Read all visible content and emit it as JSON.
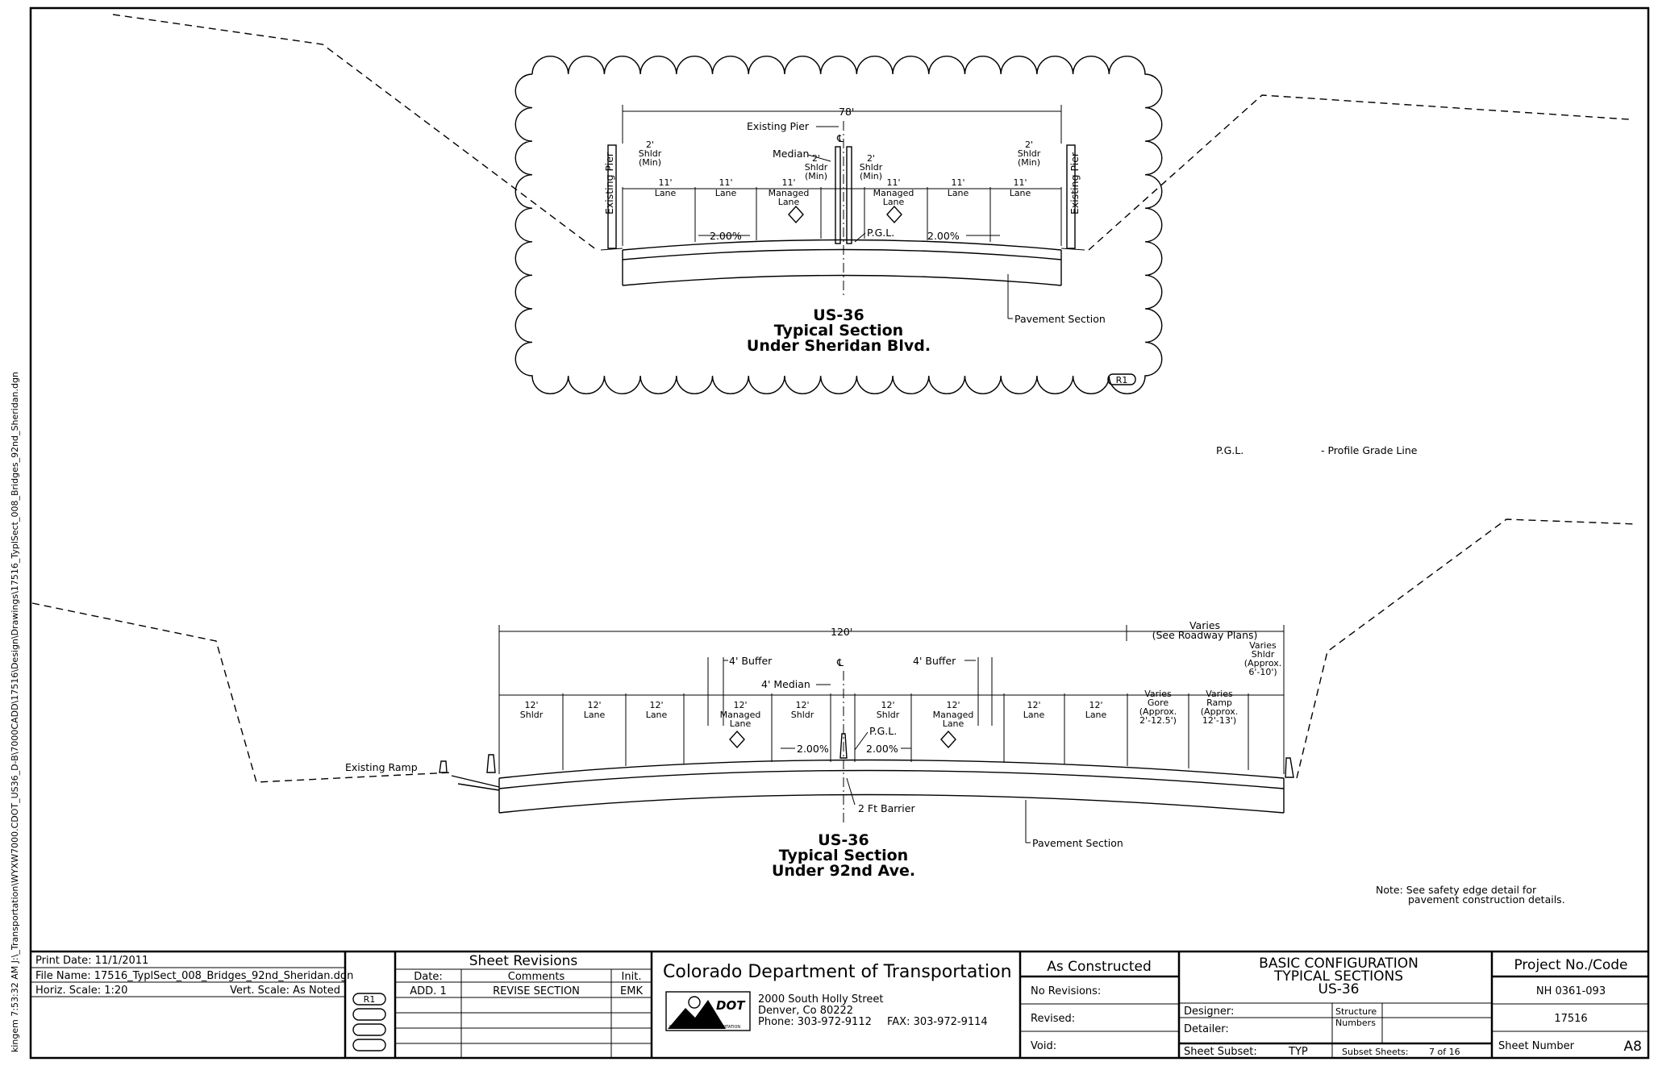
{
  "side_text": "kingem 7:53:32 AM J:\\_Transportation\\WYXW7000.CDOT_US36_D-B\\7000CADD\\17516\\Design\\Drawings\\17516_TyplSect_008_Bridges_92nd_Sheridan.dgn",
  "sheridan": {
    "title": [
      "US-36",
      "Typical Section",
      "Under Sheridan Blvd."
    ],
    "overall_width": "78'",
    "existing_pier_top": "Existing Pier",
    "existing_pier_side": "Existing Pier",
    "median": "Median",
    "centerline": "℄",
    "shoulder_left": [
      "2'",
      "Shldr",
      "(Min)"
    ],
    "shoulder_med_left": [
      "2'",
      "Shldr",
      "(Min)"
    ],
    "shoulder_med_right": [
      "2'",
      "Shldr",
      "(Min)"
    ],
    "shoulder_right": [
      "2'",
      "Shldr",
      "(Min)"
    ],
    "lanes": [
      {
        "width": "11'",
        "name": [
          "Lane"
        ]
      },
      {
        "width": "11'",
        "name": [
          "Lane"
        ]
      },
      {
        "width": "11'",
        "name": [
          "Managed",
          "Lane"
        ]
      },
      {
        "width": "11'",
        "name": [
          "Managed",
          "Lane"
        ]
      },
      {
        "width": "11'",
        "name": [
          "Lane"
        ]
      },
      {
        "width": "11'",
        "name": [
          "Lane"
        ]
      }
    ],
    "slope_left": "2.00%",
    "slope_right": "2.00%",
    "pgl": "P.G.L.",
    "pavement": "Pavement Section",
    "revision_tag": "R1"
  },
  "legend": {
    "abbr": "P.G.L.",
    "meaning": "- Profile Grade Line"
  },
  "ave92": {
    "title": [
      "US-36",
      "Typical Section",
      "Under 92nd Ave."
    ],
    "overall_width": "120'",
    "varies_top": [
      "Varies",
      "(See Roadway Plans)"
    ],
    "varies_shldr": [
      "Varies",
      "Shldr",
      "(Approx.",
      "6'-10')"
    ],
    "buffer_left": "4' Buffer",
    "buffer_right": "4' Buffer",
    "median": "4' Median",
    "centerline": "℄",
    "lanes": [
      {
        "width": "12'",
        "name": [
          "Shldr"
        ]
      },
      {
        "width": "12'",
        "name": [
          "Lane"
        ]
      },
      {
        "width": "12'",
        "name": [
          "Lane"
        ]
      },
      {
        "width": "12'",
        "name": [
          "Managed",
          "Lane"
        ]
      },
      {
        "width": "12'",
        "name": [
          "Shldr"
        ]
      },
      {
        "width": "12'",
        "name": [
          "Shldr"
        ]
      },
      {
        "width": "12'",
        "name": [
          "Managed",
          "Lane"
        ]
      },
      {
        "width": "12'",
        "name": [
          "Lane"
        ]
      },
      {
        "width": "12'",
        "name": [
          "Lane"
        ]
      }
    ],
    "gore": [
      "Varies",
      "Gore",
      "(Approx.",
      "2'-12.5')"
    ],
    "ramp": [
      "Varies",
      "Ramp",
      "(Approx.",
      "12'-13')"
    ],
    "pgl": "P.G.L.",
    "slope_left": "2.00%",
    "slope_right": "2.00%",
    "barrier": "2 Ft Barrier",
    "existing_ramp": "Existing Ramp",
    "pavement": "Pavement Section"
  },
  "note": [
    "Note: See safety edge detail for",
    "pavement construction details."
  ],
  "title_block": {
    "print_date": "Print Date: 11/1/2011",
    "file_name": "File Name: 17516_TyplSect_008_Bridges_92nd_Sheridan.dgn",
    "horiz_scale": "Horiz. Scale: 1:20",
    "vert_scale": "Vert. Scale: As Noted",
    "rev_markers": [
      "R1",
      "",
      "",
      ""
    ],
    "sheet_revisions": "Sheet Revisions",
    "rev_headers": [
      "Date:",
      "Comments",
      "Init."
    ],
    "rev_rows": [
      {
        "date": "ADD. 1",
        "comment": "REVISE SECTION",
        "init": "EMK"
      }
    ],
    "agency": "Colorado Department of Transportation",
    "logo_text": "DOT",
    "logo_sub": "DEPARTMENT OF TRANSPORTATION",
    "address": [
      "2000 South Holly Street",
      "Denver, Co 80222"
    ],
    "phone": "Phone: 303-972-9112",
    "fax": "FAX: 303-972-9114",
    "as_constructed": "As Constructed",
    "no_revisions": "No Revisions:",
    "revised": "Revised:",
    "void": "Void:",
    "sheet_title": [
      "BASIC CONFIGURATION",
      "TYPICAL SECTIONS",
      "US-36"
    ],
    "designer": "Designer:",
    "detailer": "Detailer:",
    "structure_numbers": [
      "Structure",
      "Numbers"
    ],
    "sheet_subset_label": "Sheet Subset:",
    "sheet_subset": "TYP",
    "subset_sheets_label": "Subset Sheets:",
    "subset_sheets": "7 of 16",
    "project_header": "Project No./Code",
    "project_no": "NH 0361-093",
    "project_code": "17516",
    "sheet_number_label": "Sheet Number",
    "sheet_number": "A8"
  }
}
